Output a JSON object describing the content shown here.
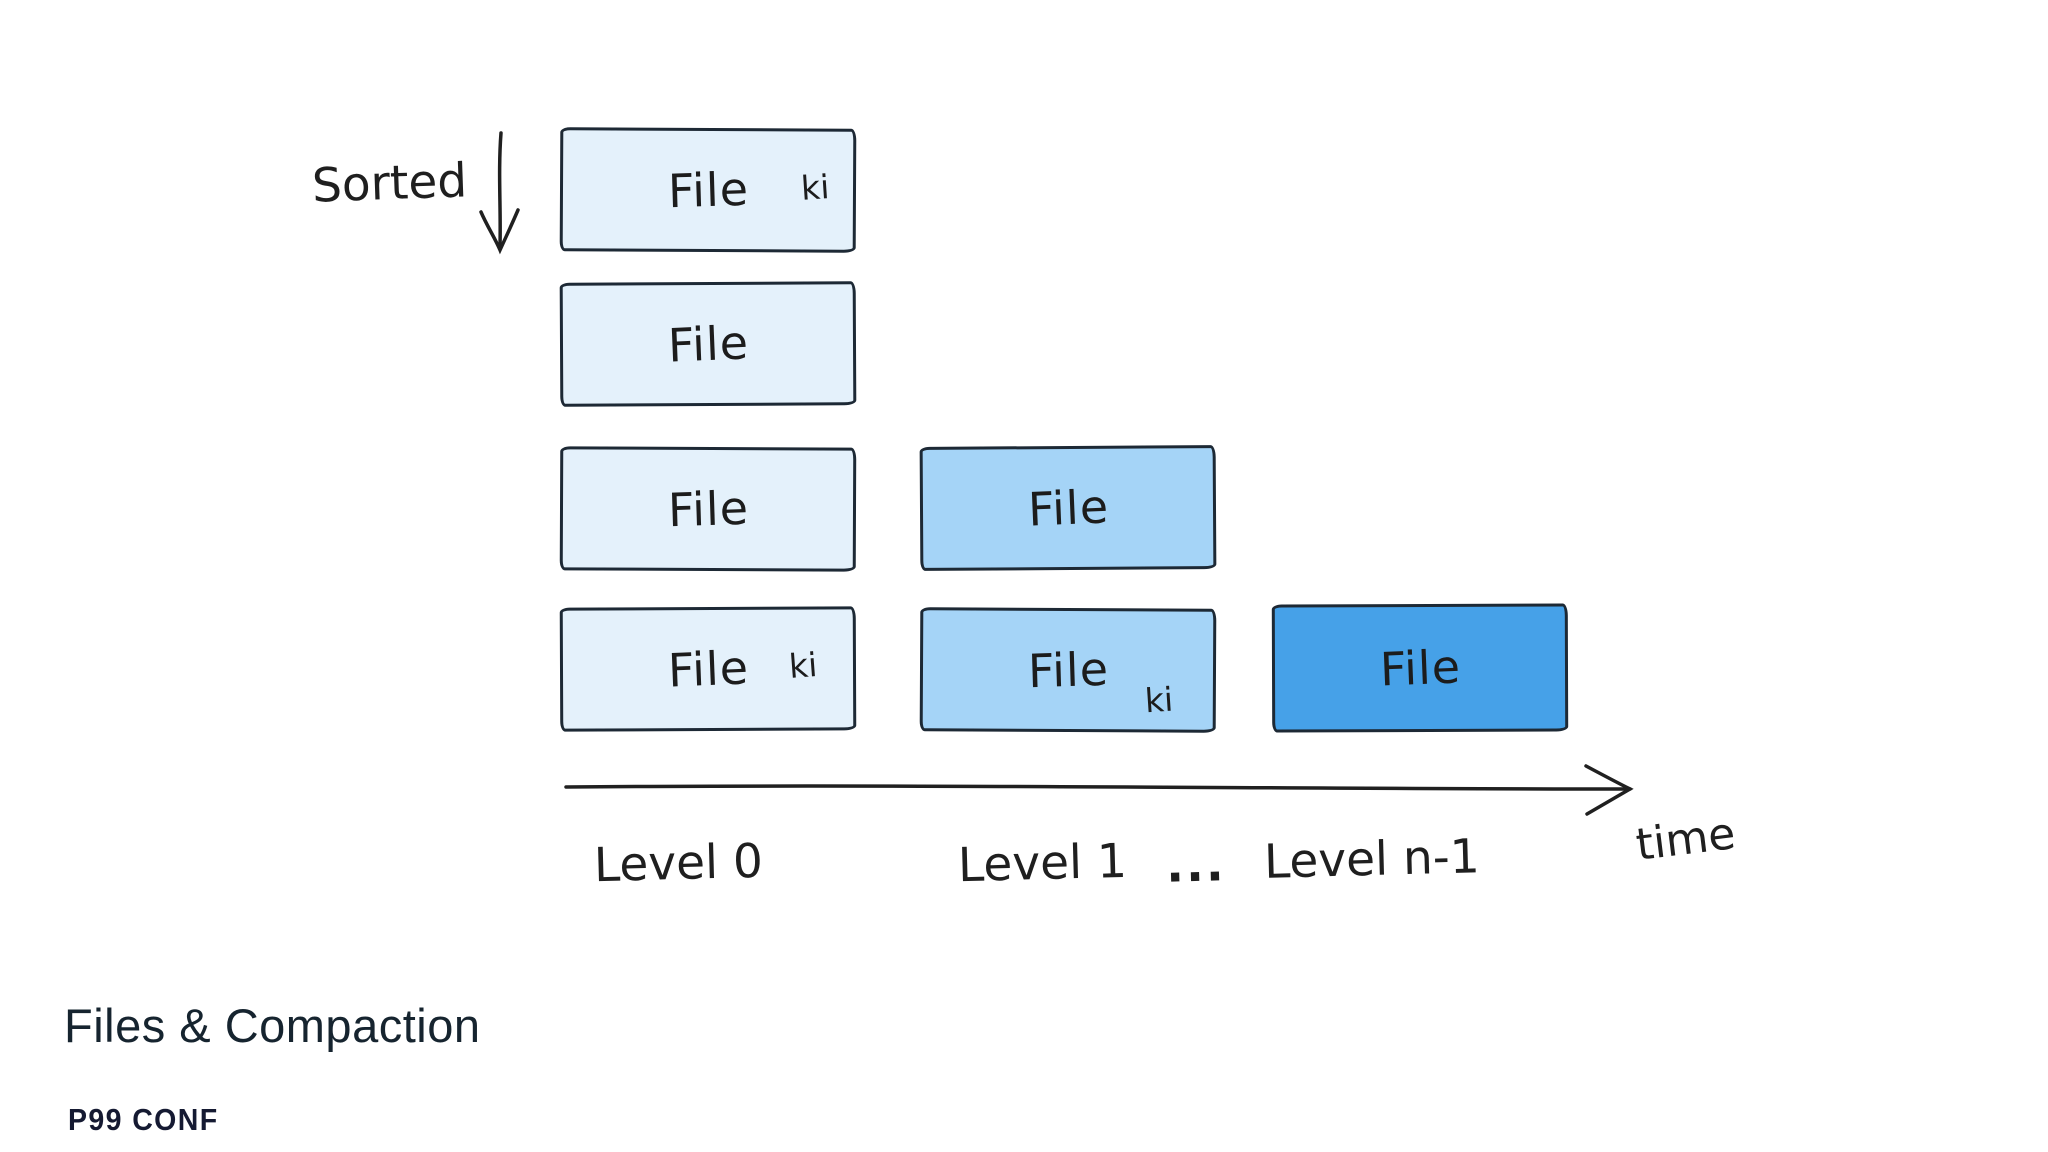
{
  "slide": {
    "title": "Files & Compaction",
    "footer_logo": "P99 CONF"
  },
  "diagram": {
    "sorted_label": "Sorted",
    "time_label": "time",
    "levels": [
      {
        "label": "Level 0"
      },
      {
        "label": "Level 1"
      },
      {
        "label": "..."
      },
      {
        "label": "Level n-1"
      }
    ],
    "boxes": [
      {
        "level": "0",
        "row": 1,
        "label": "File",
        "key_note": "ki"
      },
      {
        "level": "0",
        "row": 2,
        "label": "File"
      },
      {
        "level": "0",
        "row": 3,
        "label": "File"
      },
      {
        "level": "0",
        "row": 4,
        "label": "File",
        "key_note": "ki"
      },
      {
        "level": "1",
        "row": 3,
        "label": "File"
      },
      {
        "level": "1",
        "row": 4,
        "label": "File",
        "key_note": "ki"
      },
      {
        "level": "n-1",
        "row": 4,
        "label": "File"
      }
    ],
    "colors": {
      "level0_fill": "#e4f1fb",
      "level1_fill": "#a5d4f7",
      "leveln_fill": "#46a1e8",
      "stroke": "#1d2935",
      "ink": "#1f1f1f"
    }
  }
}
